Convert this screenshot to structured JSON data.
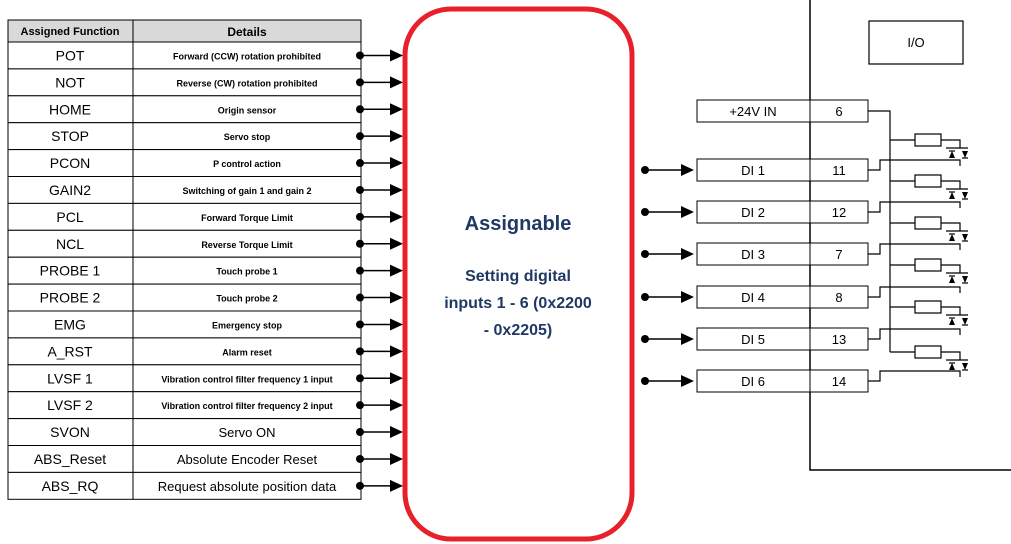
{
  "table": {
    "header_function": "Assigned Function",
    "header_details": "Details",
    "rows": [
      {
        "function": "POT",
        "details": "Forward (CCW) rotation prohibited",
        "small": true
      },
      {
        "function": "NOT",
        "details": "Reverse (CW) rotation prohibited",
        "small": true
      },
      {
        "function": "HOME",
        "details": "Origin sensor",
        "small": true
      },
      {
        "function": "STOP",
        "details": "Servo stop",
        "small": true
      },
      {
        "function": "PCON",
        "details": "P control action",
        "small": true
      },
      {
        "function": "GAIN2",
        "details": "Switching of gain 1 and gain 2",
        "small": true
      },
      {
        "function": "PCL",
        "details": "Forward Torque Limit",
        "small": true
      },
      {
        "function": "NCL",
        "details": "Reverse Torque Limit",
        "small": true
      },
      {
        "function": "PROBE 1",
        "details": "Touch probe 1",
        "small": true
      },
      {
        "function": "PROBE 2",
        "details": "Touch probe 2",
        "small": true
      },
      {
        "function": "EMG",
        "details": "Emergency stop",
        "small": true
      },
      {
        "function": "A_RST",
        "details": "Alarm reset",
        "small": true
      },
      {
        "function": "LVSF 1",
        "details": "Vibration control filter frequency 1 input",
        "small": true
      },
      {
        "function": "LVSF 2",
        "details": "Vibration control filter frequency 2 input",
        "small": true
      },
      {
        "function": "SVON",
        "details": "Servo ON",
        "small": false
      },
      {
        "function": "ABS_Reset",
        "details": "Absolute Encoder Reset",
        "small": false
      },
      {
        "function": "ABS_RQ",
        "details": "Request absolute position data",
        "small": false
      }
    ]
  },
  "assignable": {
    "title": "Assignable",
    "desc_line1": "Setting digital",
    "desc_line2": "inputs 1 - 6 (0x2200",
    "desc_line3": "- 0x2205)",
    "border_color": "#e8202a",
    "text_color": "#1f3864"
  },
  "io": {
    "label": "I/O",
    "supply": {
      "name": "+24V IN",
      "pin": "6"
    },
    "inputs": [
      {
        "name": "DI 1",
        "pin": "11"
      },
      {
        "name": "DI 2",
        "pin": "12"
      },
      {
        "name": "DI 3",
        "pin": "7"
      },
      {
        "name": "DI 4",
        "pin": "8"
      },
      {
        "name": "DI 5",
        "pin": "13"
      },
      {
        "name": "DI 6",
        "pin": "14"
      }
    ]
  }
}
